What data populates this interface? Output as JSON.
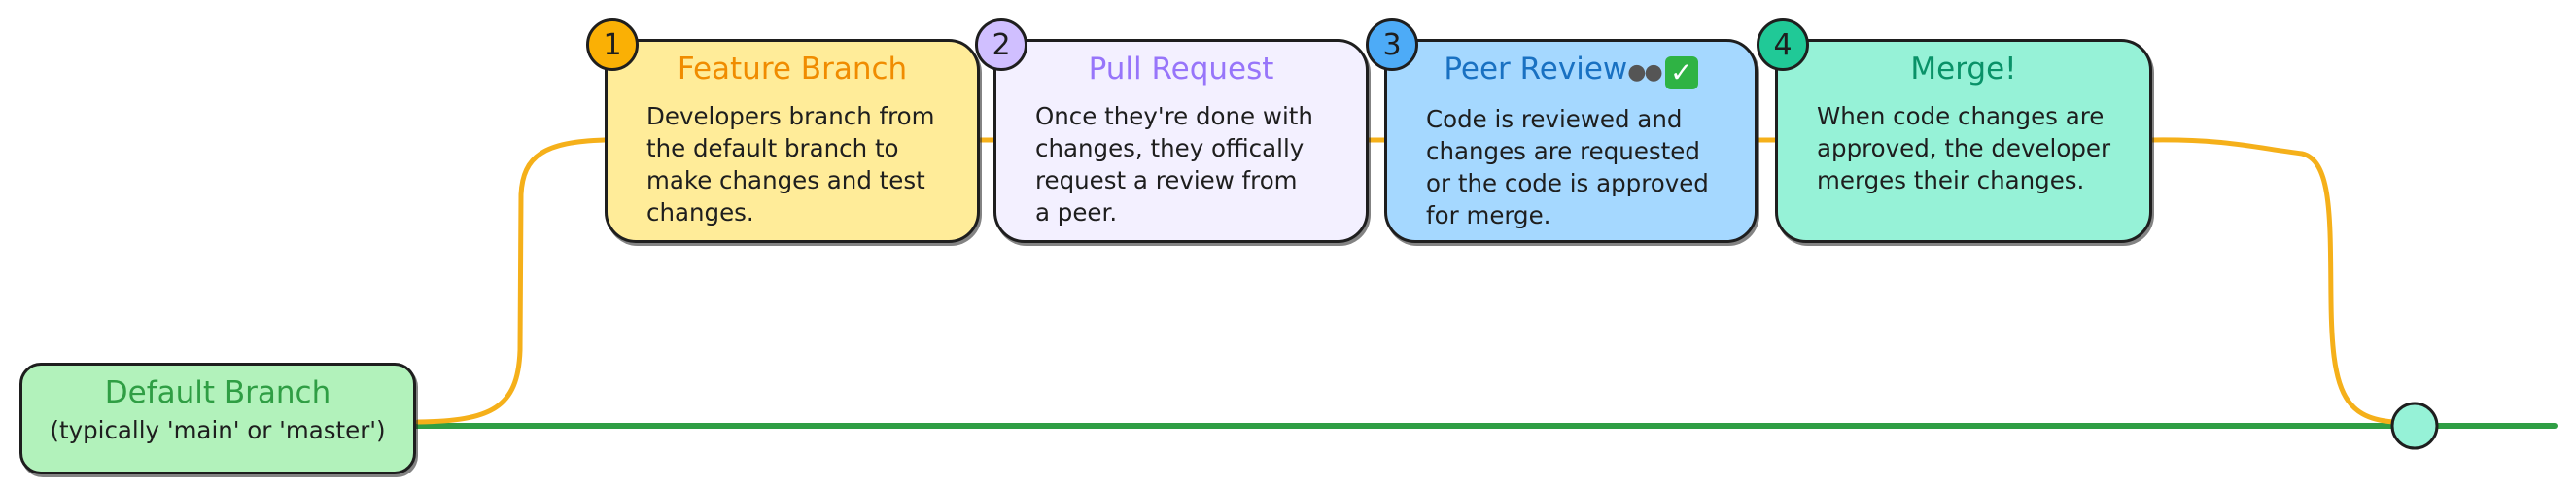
{
  "default_branch": {
    "title": "Default Branch",
    "subtitle": "(typically 'main' or 'master')"
  },
  "steps": [
    {
      "number": "1",
      "title": "Feature Branch",
      "lines": [
        "Developers branch from",
        "the default branch to",
        "make changes and test",
        "changes."
      ],
      "box_color": "#ffec99",
      "title_color": "#f08c00",
      "badge_color": "#fab005"
    },
    {
      "number": "2",
      "title": "Pull Request",
      "lines": [
        "Once they're done with",
        "changes, they offically",
        "request a review from",
        "a peer."
      ],
      "box_color": "#f3f0ff",
      "title_color": "#9775fa",
      "badge_color": "#d0bfff"
    },
    {
      "number": "3",
      "title": "Peer Review",
      "title_emoji": [
        "eyes-emoji",
        "check-mark-emoji"
      ],
      "lines": [
        "Code is reviewed and",
        "changes are requested",
        "or the code is approved",
        "for merge."
      ],
      "box_color": "#a5d8ff",
      "title_color": "#1971c2",
      "badge_color": "#4dabf7"
    },
    {
      "number": "4",
      "title": "Merge!",
      "lines": [
        "When code changes are",
        "approved, the developer",
        "merges their changes."
      ],
      "box_color": "#96f2d7",
      "title_color": "#099268",
      "badge_color": "#20c997"
    }
  ],
  "colors": {
    "main_line": "#2f9e44",
    "branch_line": "#f5b01a",
    "merge_node": "#96f2d7",
    "stroke": "#1e1e1e"
  }
}
